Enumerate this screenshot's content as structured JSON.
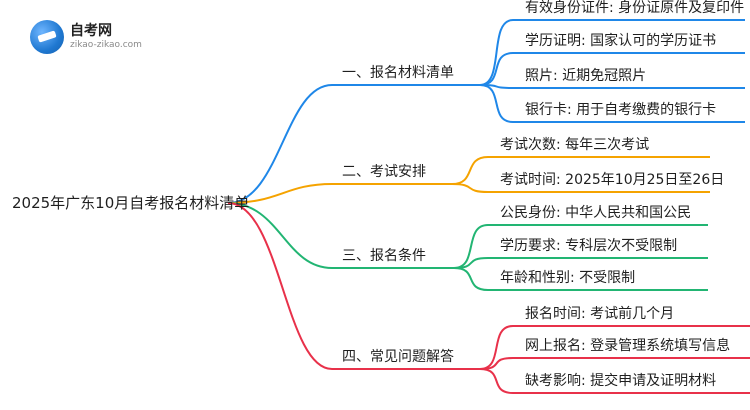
{
  "logo": {
    "title": "自考网",
    "url": "zikao-zikao.com"
  },
  "root": "2025年广东10月自考报名材料清单",
  "branches": [
    {
      "label": "一、报名材料清单",
      "color": "#1f87e8",
      "children": [
        "有效身份证件: 身份证原件及复印件",
        "学历证明: 国家认可的学历证书",
        "照片: 近期免冠照片",
        "银行卡: 用于自考缴费的银行卡"
      ]
    },
    {
      "label": "二、考试安排",
      "color": "#f5a300",
      "children": [
        "考试次数: 每年三次考试",
        "考试时间: 2025年10月25日至26日"
      ]
    },
    {
      "label": "三、报名条件",
      "color": "#22b573",
      "children": [
        "公民身份: 中华人民共和国公民",
        "学历要求: 专科层次不受限制",
        "年龄和性别: 不受限制"
      ]
    },
    {
      "label": "四、常见问题解答",
      "color": "#e8314a",
      "children": [
        "报名时间: 考试前几个月",
        "网上报名: 登录管理系统填写信息",
        "缺考影响: 提交申请及证明材料"
      ]
    }
  ]
}
